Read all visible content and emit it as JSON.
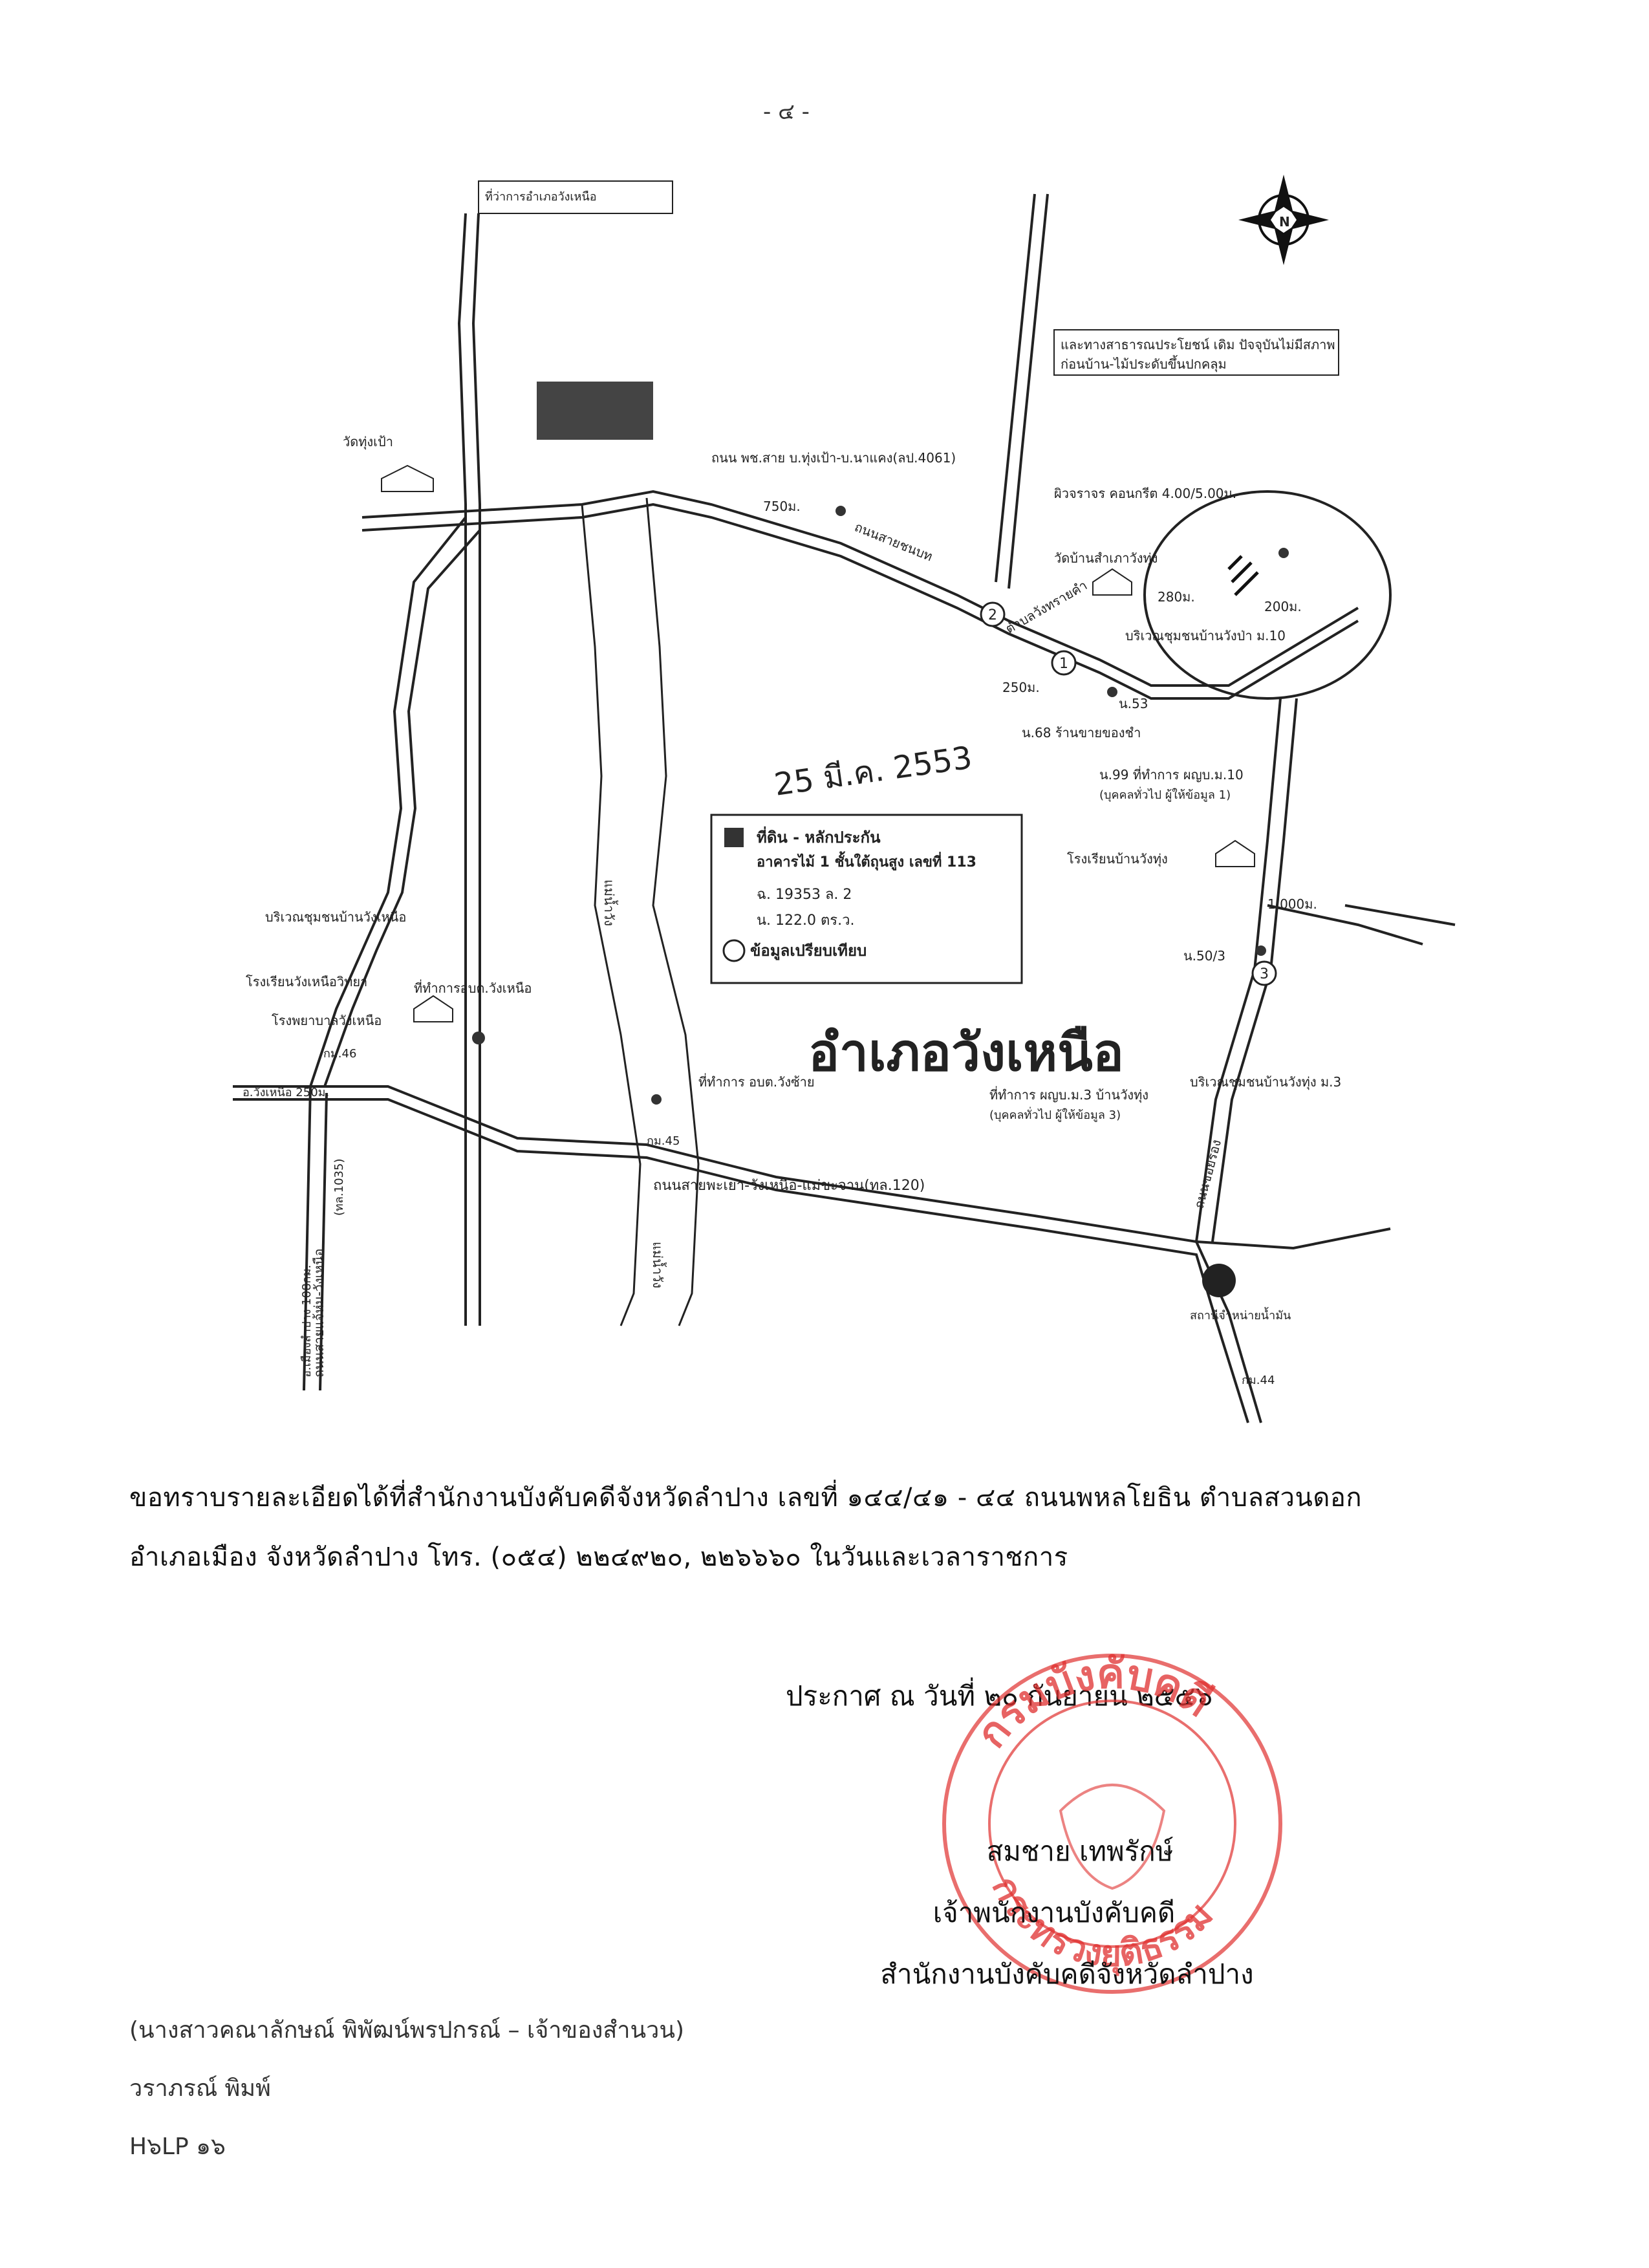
{
  "page_number": "- ๔ -",
  "map": {
    "roads": {
      "main_top": "ถนน พช.สาย บ.ทุ่งเป้า-บ.นาแคง(ลป.4061)",
      "main_bottom": "ถนนสายพะเยา-วังเหนือ-แม่ขะจาน(ทล.120)",
      "left_vertical": "ถนนสายแจ้ห่ม-วังเหนือ",
      "left_vertical_code": "(ทล.1035)",
      "left_vertical_note": "อ.เมืองลำปาง 108กม.",
      "left_vertical_note2": "อ.วังเหนือ 250ม.",
      "right_vertical": "ถนนซอยรอง",
      "river_1": "แม่น้ำวัง",
      "river_2": "แม่น้ำวัง",
      "road_diag": "ถนนสายชนบท"
    },
    "places": {
      "top_left_box": "ที่ว่าการอำเภอวังเหนือ",
      "wat_left": "วัดทุ่งเป้า",
      "wat_right": "วัดบ้านสำเภาวังทุ่ง",
      "community_left": "บริเวณชุมชนบ้านวังเหนือ",
      "school_left": "โรงเรียนวังเหนือวิทยา",
      "hospital": "โรงพยาบาลวังเหนือ",
      "district_office": "ที่ทำการอบต.วังเหนือ",
      "km46": "กม.46",
      "km45": "กม.45",
      "km44": "กม.44",
      "tambon_office": "ที่ทำการ อบต.วังซ้าย",
      "school_right": "โรงเรียนบ้านวังทุ่ง",
      "community_right": "บริเวณชุมชนบ้านวังทุ่ง ม.3",
      "village_office": "ที่ทำการ ผญบ.ม.3 บ้านวังทุ่ง",
      "village_office_note": "(บุคคลทั่วไป ผู้ให้ข้อมูล 3)",
      "village_office_2": "น.99 ที่ทำการ ผญบ.ม.10",
      "village_office_2_note": "(บุคคลทั่วไป ผู้ให้ข้อมูล 1)",
      "community_top": "บริเวณชุมชนบ้านวังป่า ม.10",
      "station": "สถานีจำหน่ายน้ำมัน",
      "n53": "น.53",
      "n68": "น.68 ร้านขายของชำ",
      "n503": "น.50/3",
      "public_area": "และทางสาธารณประโยชน์ เดิม ปัจจุบันไม่มีสภาพ",
      "public_area_2": "ก่อนบ้าน-ไม้ประดับขึ้นปกคลุม",
      "concrete": "ผิวจราจร คอนกรีต 4.00/5.00ม.",
      "tambon_label": "ตำบลวังทรายคำ",
      "dist_750": "750ม.",
      "dist_250": "250ม.",
      "dist_280": "280ม.",
      "dist_200": "200ม.",
      "dist_1000": "1,000ม.",
      "tambon_big": "อำเภอวังเหนือ"
    },
    "legend": {
      "item1": "ที่ดิน - หลักประกัน",
      "item2": "อาคารไม้ 1 ชั้นใต้ถุนสูง เลขที่ 113",
      "item3": "ฉ. 19353   ล. 2",
      "item4": "น. 122.0   ตร.ว.",
      "item5": "ข้อมูลเปรียบเทียบ"
    },
    "date_stamp": "25 มี.ค. 2553",
    "compass_label": "N",
    "markers": [
      "1",
      "2",
      "3"
    ]
  },
  "contact": {
    "line1": "ขอทราบรายละเอียดได้ที่สำนักงานบังคับคดีจังหวัดลำปาง  เลขที่ ๑๔๔/๔๑ - ๔๔  ถนนพหลโยธิน  ตำบลสวนดอก",
    "line2": "อำเภอเมือง    จังหวัดลำปาง   โทร. (๐๕๔) ๒๒๔๙๒๐, ๒๒๖๖๖๐  ในวันและเวลาราชการ"
  },
  "announcement": "ประกาศ  ณ  วันที่  ๒๐  กันยายน  ๒๕๕๖",
  "signature": {
    "name": "สมชาย  เทพรักษ์",
    "title": "เจ้าพนักงานบังคับคดี",
    "office": "สำนักงานบังคับคดีจังหวัดลำปาง"
  },
  "stamp": {
    "top_text": "กรมบังคับคดี",
    "bottom_text": "กระทรวงยุติธรรม",
    "color": "#e0302f"
  },
  "footer": {
    "line1": "(นางสาวคณาลักษณ์  พิพัฒน์พรปกรณ์ –  เจ้าของสำนวน)",
    "line2": "วราภรณ์  พิมพ์",
    "line3": "H๖LP  ๑๖"
  }
}
